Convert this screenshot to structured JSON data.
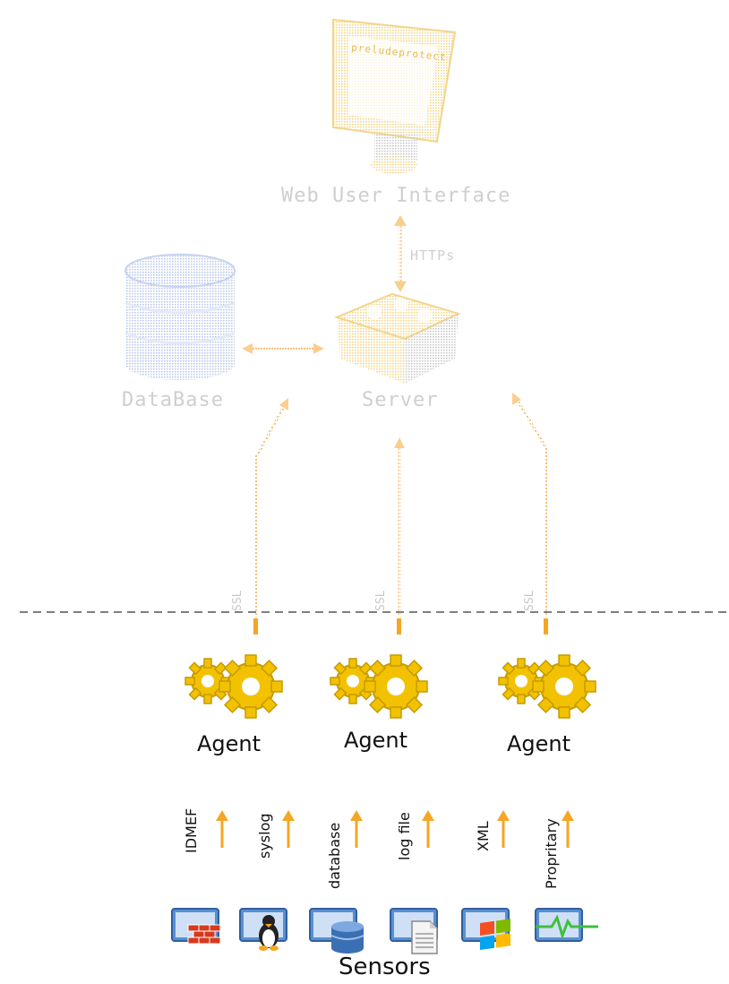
{
  "server_side": {
    "web_ui_label": "Web User Interface",
    "monitor_brand": "preludeprotect",
    "https_label": "HTTPs",
    "database_label": "DataBase",
    "server_label": "Server",
    "ssl_labels": [
      "SSL",
      "SSL",
      "SSL"
    ]
  },
  "agents": [
    {
      "label": "Agent"
    },
    {
      "label": "Agent"
    },
    {
      "label": "Agent"
    }
  ],
  "formats": [
    "IDMEF",
    "syslog",
    "database",
    "log file",
    "XML",
    "Propritary"
  ],
  "sensors": {
    "label": "Sensors",
    "icons": [
      "firewall-icon",
      "linux-icon",
      "database-icon",
      "file-icon",
      "windows-icon",
      "network-monitor-icon"
    ]
  },
  "colors": {
    "orange": "#f5a623",
    "faded_orange": "#f9cf8f",
    "gear_yellow": "#f2c200",
    "faded_gray": "#cfcfcf",
    "sensor_blue": "#4a7fc1"
  }
}
